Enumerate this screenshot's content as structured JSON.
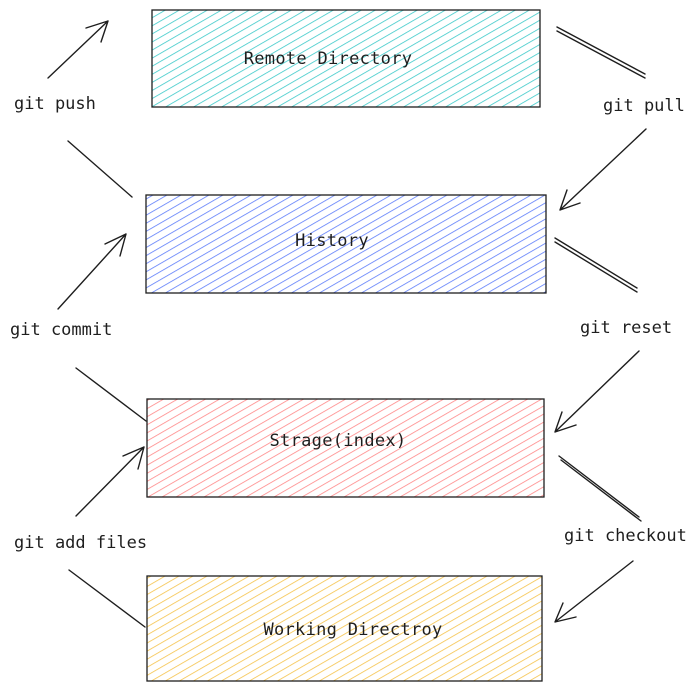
{
  "boxes": {
    "remote": {
      "label": "Remote Directory",
      "fill_color": "#3bc9c9"
    },
    "history": {
      "label": "History",
      "fill_color": "#5c7cfa"
    },
    "staging": {
      "label": "Strage(index)",
      "fill_color": "#ff8787"
    },
    "working": {
      "label": "Working Directroy",
      "fill_color": "#f5c24a"
    }
  },
  "edges": {
    "git_push": "git push",
    "git_pull": "git pull",
    "git_commit": "git commit",
    "git_reset": "git reset",
    "git_add_files": "git add files",
    "git_checkout": "git checkout"
  },
  "stroke_color": "#1e1e1e"
}
